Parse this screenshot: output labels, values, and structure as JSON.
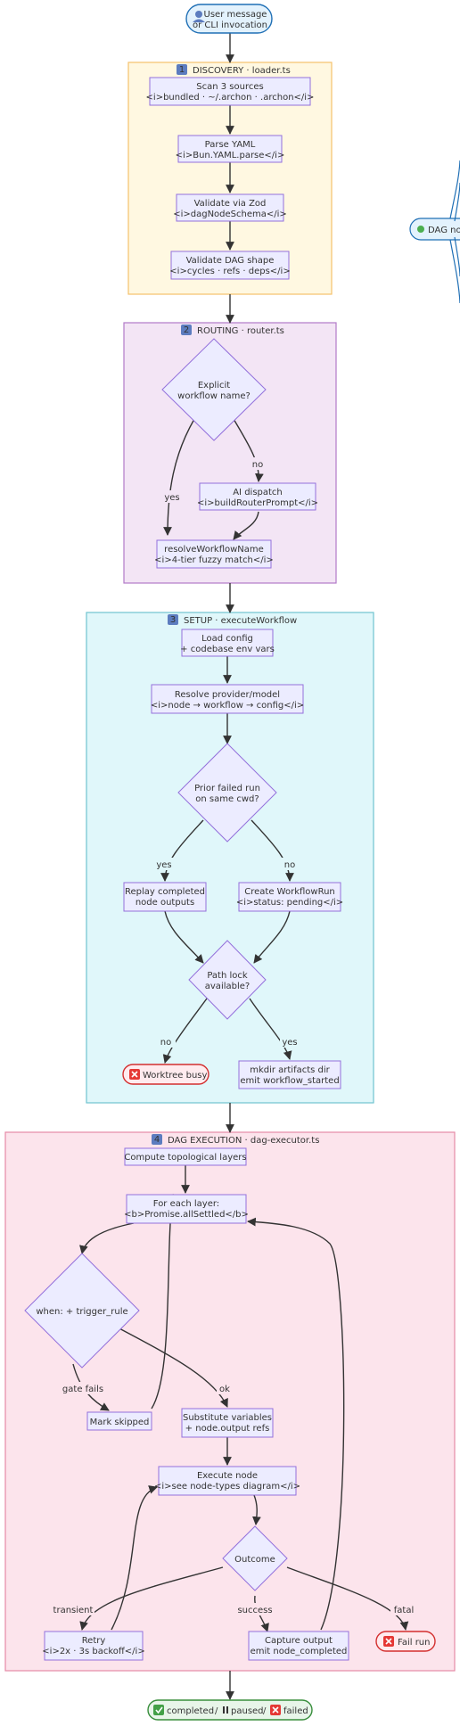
{
  "start": {
    "line1": "User message",
    "line2": "or CLI invocation"
  },
  "discovery": {
    "badge": "1",
    "title": "DISCOVERY · loader.ts",
    "nodes": [
      {
        "line1": "Scan 3 sources",
        "line2": "<i>bundled · ~/.archon · .archon</i>"
      },
      {
        "line1": "Parse YAML",
        "line2": "<i>Bun.YAML.parse</i>"
      },
      {
        "line1": "Validate via Zod",
        "line2": "<i>dagNodeSchema</i>"
      },
      {
        "line1": "Validate DAG shape",
        "line2": "<i>cycles · refs · deps</i>"
      }
    ]
  },
  "side_node": {
    "label": "DAG no"
  },
  "routing": {
    "badge": "2",
    "title": "ROUTING · router.ts",
    "decision": {
      "line1": "Explicit",
      "line2": "workflow name?"
    },
    "ai_dispatch": {
      "line1": "AI dispatch",
      "line2": "<i>buildRouterPrompt</i>"
    },
    "resolve": {
      "line1": "resolveWorkflowName",
      "line2": "<i>4-tier fuzzy match</i>"
    },
    "yes_label": "yes",
    "no_label": "no"
  },
  "setup": {
    "badge": "3",
    "title": "SETUP · executeWorkflow",
    "load_config": {
      "line1": "Load config",
      "line2": "+ codebase env vars"
    },
    "resolve_provider": {
      "line1": "Resolve provider/model",
      "line2": "<i>node → workflow → config</i>"
    },
    "prior_failed": {
      "line1": "Prior failed run",
      "line2": "on same cwd?"
    },
    "replay": {
      "line1": "Replay completed",
      "line2": "node outputs"
    },
    "create_run": {
      "line1": "Create WorkflowRun",
      "line2": "<i>status: pending</i>"
    },
    "path_lock": {
      "line1": "Path lock",
      "line2": "available?"
    },
    "worktree_busy": "Worktree busy",
    "mkdir": {
      "line1": "mkdir artifacts dir",
      "line2": "emit workflow_started"
    },
    "yes_label": "yes",
    "no_label": "no"
  },
  "dag": {
    "badge": "4",
    "title": "DAG EXECUTION · dag-executor.ts",
    "topo": "Compute topological layers",
    "for_each": {
      "line1": "For each layer:",
      "line2": "<b>Promise.allSettled</b>"
    },
    "when": "when: + trigger_rule",
    "mark_skipped": "Mark skipped",
    "substitute": {
      "line1": "Substitute variables",
      "line2": "+ node.output refs"
    },
    "execute": {
      "line1": "Execute node",
      "line2": "<i>see node-types diagram</i>"
    },
    "outcome": "Outcome",
    "retry": {
      "line1": "Retry",
      "line2": "<i>2x · 3s backoff</i>"
    },
    "capture": {
      "line1": "Capture output",
      "line2": "emit node_completed"
    },
    "fail_run": "Fail run",
    "gate_fails_label": "gate fails",
    "ok_label": "ok",
    "transient_label": "transient",
    "success_label": "success",
    "fatal_label": "fatal"
  },
  "end": {
    "completed": "completed",
    "paused": "paused",
    "failed": "failed",
    "sep": "/"
  },
  "colors": {
    "discovery_fill": "#fff8e1",
    "discovery_stroke": "#f5c16c",
    "routing_fill": "#f3e5f5",
    "routing_stroke": "#b27ac8",
    "setup_fill": "#e0f7fa",
    "setup_stroke": "#6fc3cf",
    "dag_fill": "#fce4ec",
    "dag_stroke": "#e58aa6",
    "node_fill": "#ececff",
    "node_stroke": "#9370db",
    "start_fill": "#e3f2fd",
    "start_stroke": "#1f6fb5",
    "error_fill": "#ffebee",
    "error_stroke": "#d32f2f",
    "end_fill": "#e8f5e9",
    "end_stroke": "#388e3c"
  }
}
